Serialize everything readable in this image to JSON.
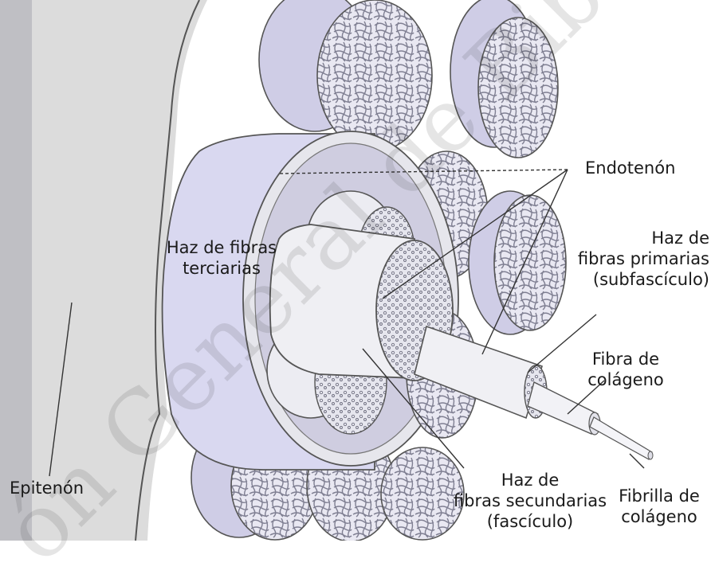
{
  "labels": {
    "endotenon": "Endotenón",
    "haz_primarias": [
      "Haz de",
      "fibras primarias",
      "(subfascículo)"
    ],
    "haz_terciarias": [
      "Haz de fibras",
      "terciarias"
    ],
    "fibra_colageno": [
      "Fibra de",
      "colágeno"
    ],
    "epitenon": "Epitenón",
    "haz_secundarias": [
      "Haz de",
      "fibras secundarias",
      "(fascículo)"
    ],
    "fibrilla_colageno": [
      "Fibrilla de",
      "colágeno"
    ]
  },
  "watermark": "ón General de Biblio",
  "colors": {
    "epitenon_sheath": "#dcdcdc",
    "tertiary_bundle": "#d9d8f0",
    "fascicle": "#e6e6ec",
    "fiber_mesh": "#7f7f92",
    "leader_line": "#333333"
  }
}
